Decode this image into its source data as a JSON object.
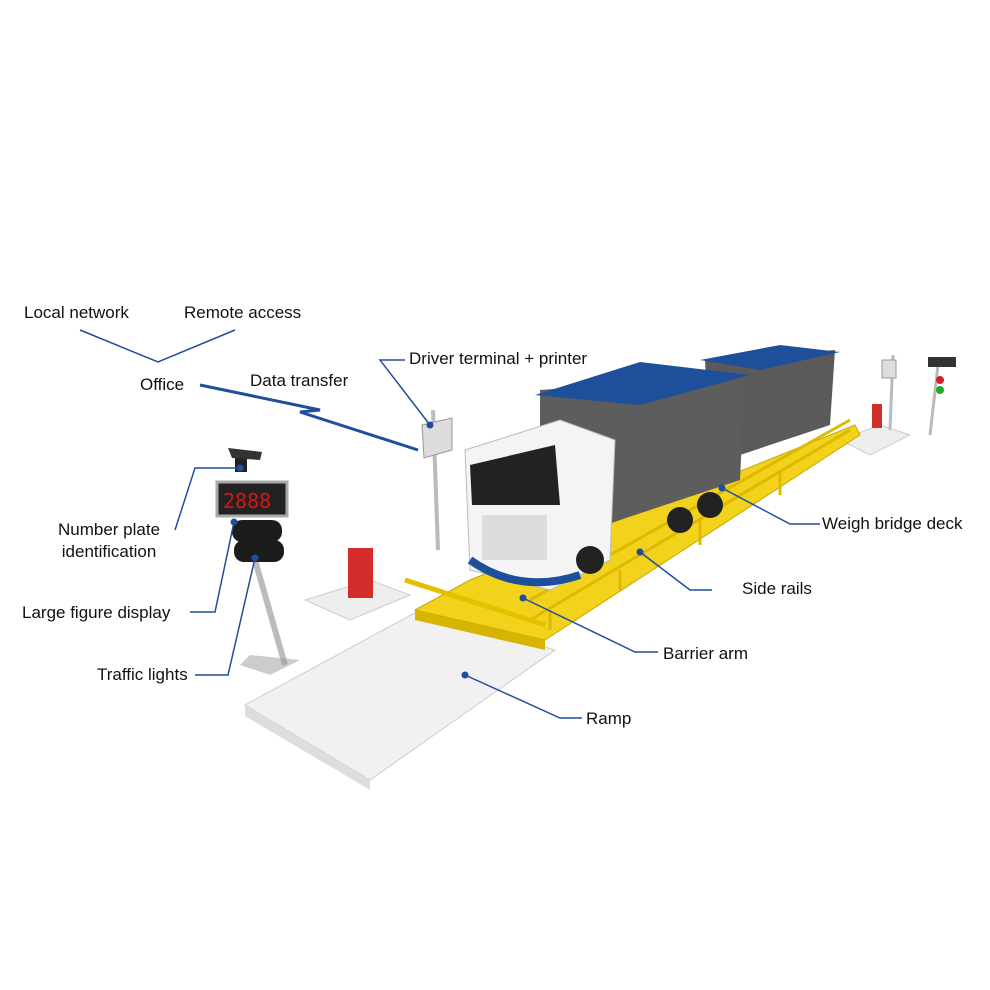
{
  "labels": {
    "local_network": "Local network",
    "remote_access": "Remote access",
    "office": "Office",
    "data_transfer": "Data transfer",
    "driver_terminal": "Driver terminal + printer",
    "number_plate": "Number plate\nidentification",
    "number_plate_line1": "Number plate",
    "number_plate_line2": "identification",
    "large_display": "Large figure display",
    "traffic_lights": "Traffic lights",
    "weigh_bridge_deck": "Weigh bridge deck",
    "side_rails": "Side rails",
    "barrier_arm": "Barrier arm",
    "ramp": "Ramp"
  },
  "colors": {
    "leader_line": "#1f4e9c",
    "deck": "#f2d21b",
    "truck_tarp": "#1d4f9a",
    "trailer_body": "#5a5a5a",
    "barrier": "#d42b2b"
  }
}
